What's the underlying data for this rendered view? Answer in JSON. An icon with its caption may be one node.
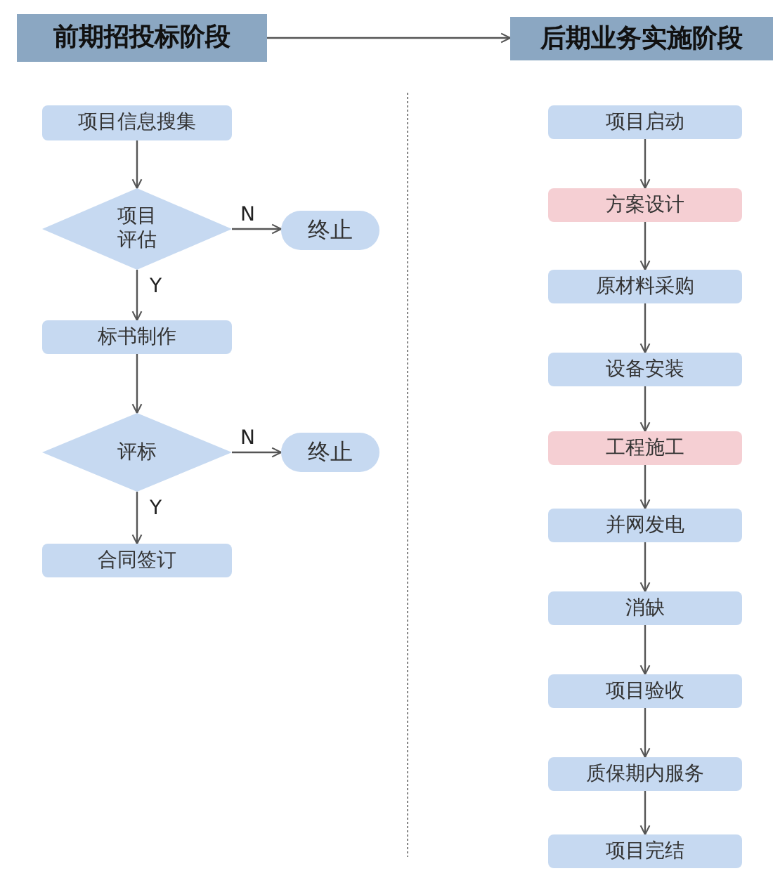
{
  "diagram": {
    "nodes": [
      {
        "text": [
          "前期招投标阶段"
        ]
      },
      {
        "text": [
          "后期业务实施阶段"
        ]
      },
      {
        "text": [
          "项目信息搜集"
        ]
      },
      {
        "text": [
          "项目评估"
        ]
      },
      {
        "text": [
          "终止"
        ]
      },
      {
        "text": [
          "标书制作"
        ]
      },
      {
        "text": [
          "评标"
        ]
      },
      {
        "text": [
          "终止"
        ]
      },
      {
        "text": [
          "合同签订"
        ]
      },
      {
        "text": [
          "项目启动"
        ]
      },
      {
        "text": [
          "方案设计"
        ]
      },
      {
        "text": [
          "原材料采购"
        ]
      },
      {
        "text": [
          "设备安装"
        ]
      },
      {
        "text": [
          "工程施工"
        ]
      },
      {
        "text": [
          "并网发电"
        ]
      },
      {
        "text": [
          "消缺"
        ]
      },
      {
        "text": [
          "项目验收"
        ]
      },
      {
        "text": [
          "质保期内服务"
        ]
      },
      {
        "text": [
          "项目完结"
        ]
      }
    ],
    "edges": [
      {
        "from": 0,
        "to": 1,
        "arrow": "to"
      },
      {
        "from": 2,
        "to": 3,
        "arrow": "to"
      },
      {
        "from": 3,
        "to": 4,
        "arrow": "to",
        "label": "N"
      },
      {
        "from": 3,
        "to": 5,
        "arrow": "to",
        "label": "Y"
      },
      {
        "from": 5,
        "to": 6,
        "arrow": "to"
      },
      {
        "from": 6,
        "to": 7,
        "arrow": "to",
        "label": "N"
      },
      {
        "from": 6,
        "to": 8,
        "arrow": "to",
        "label": "Y"
      },
      {
        "from": 9,
        "to": 10,
        "arrow": "to"
      },
      {
        "from": 10,
        "to": 11,
        "arrow": "to"
      },
      {
        "from": 11,
        "to": 12,
        "arrow": "to"
      },
      {
        "from": 12,
        "to": 13,
        "arrow": "to"
      },
      {
        "from": 13,
        "to": 14,
        "arrow": "to"
      },
      {
        "from": 14,
        "to": 15,
        "arrow": "to"
      },
      {
        "from": 15,
        "to": 16,
        "arrow": "to"
      },
      {
        "from": 16,
        "to": 17,
        "arrow": "to"
      },
      {
        "from": 17,
        "to": 18,
        "arrow": "to"
      }
    ]
  }
}
